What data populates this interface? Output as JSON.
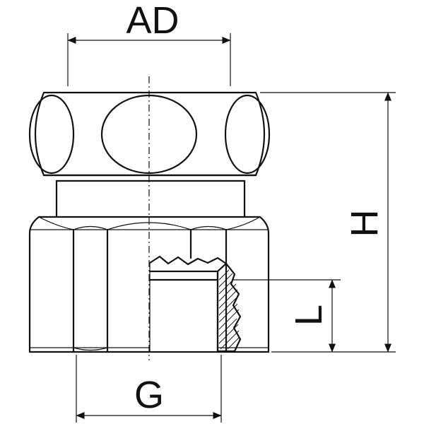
{
  "labels": {
    "ad": "AD",
    "h": "H",
    "l": "L",
    "g": "G"
  }
}
